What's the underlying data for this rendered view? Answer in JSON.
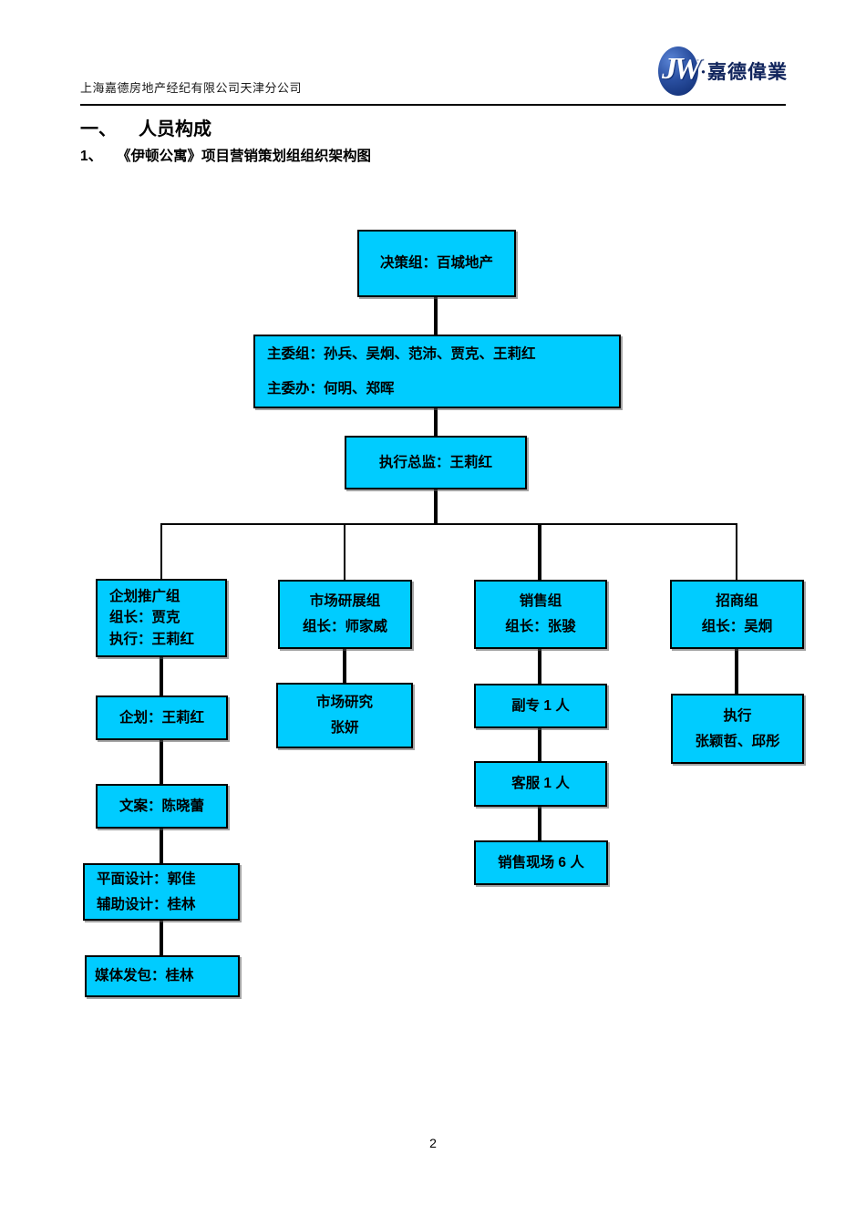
{
  "header": {
    "company": "上海嘉德房地产经纪有限公司天津分公司",
    "logo": {
      "monogram": "JW",
      "text": "·嘉德偉業"
    }
  },
  "section": {
    "number": "一、",
    "title": "人员构成"
  },
  "subsection": {
    "number": "1、",
    "title": "《伊顿公寓》项目营销策划组组织架构图"
  },
  "footer": {
    "page_number": "2"
  },
  "colors": {
    "box_fill": "#00CCFF",
    "box_border": "#000000",
    "connector": "#000000",
    "logo_blue": "#10245C"
  },
  "org_chart": {
    "type": "organization-chart",
    "nodes": [
      {
        "id": "decision-group",
        "lines": [
          "决策组：百城地产"
        ]
      },
      {
        "id": "committee-group",
        "lines": [
          "主委组：孙兵、吴炯、范沛、贾克、王莉红",
          "主委办：何明、郑晖"
        ]
      },
      {
        "id": "executive-director",
        "lines": [
          "执行总监：王莉红"
        ]
      },
      {
        "id": "branch-planning",
        "lines": [
          "企划推广组",
          "组长：贾克",
          "执行：王莉红"
        ]
      },
      {
        "id": "branch-market",
        "lines": [
          "市场研展组",
          "组长：师家威"
        ]
      },
      {
        "id": "branch-sales",
        "lines": [
          "销售组",
          "组长：张骏"
        ]
      },
      {
        "id": "branch-investment",
        "lines": [
          "招商组",
          "组长：吴炯"
        ]
      },
      {
        "id": "planning-member",
        "lines": [
          "企划：王莉红"
        ]
      },
      {
        "id": "copywriting-member",
        "lines": [
          "文案：陈晓蕾"
        ]
      },
      {
        "id": "design-members",
        "lines": [
          "平面设计：郭佳",
          "辅助设计：桂林"
        ]
      },
      {
        "id": "media-member",
        "lines": [
          "媒体发包：桂林"
        ]
      },
      {
        "id": "market-research",
        "lines": [
          "市场研究",
          "张妍"
        ]
      },
      {
        "id": "deputy-specialist",
        "lines": [
          "副专 1 人"
        ]
      },
      {
        "id": "customer-service",
        "lines": [
          "客服 1 人"
        ]
      },
      {
        "id": "sales-site",
        "lines": [
          "销售现场  6 人"
        ]
      },
      {
        "id": "investment-exec",
        "lines": [
          "执行",
          "张颖哲、邱彤"
        ]
      }
    ]
  }
}
